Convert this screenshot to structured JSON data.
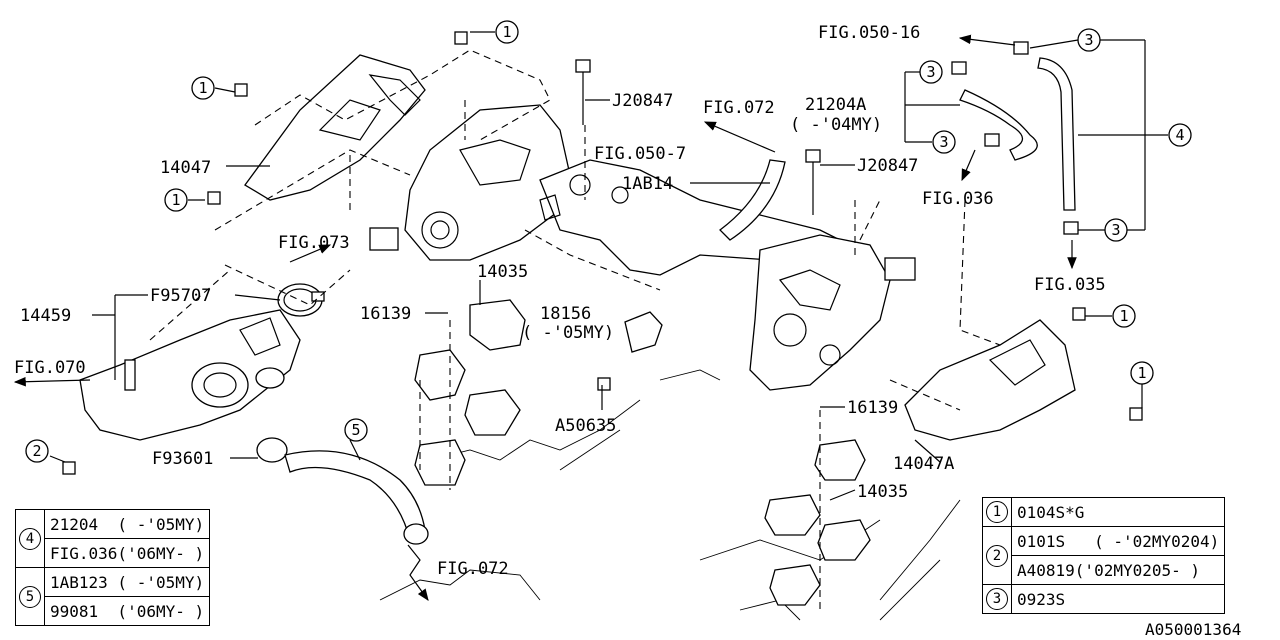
{
  "callouts": {
    "c1": "1",
    "c2": "2",
    "c3": "3",
    "c4": "4",
    "c5": "5"
  },
  "part_numbers": {
    "p14047": "14047",
    "p14047A": "14047A",
    "p14459": "14459",
    "pF95707": "F95707",
    "pF93601": "F93601",
    "p16139a": "16139",
    "p16139b": "16139",
    "p14035a": "14035",
    "p14035b": "14035",
    "p18156": "18156",
    "p18156_note": "( -'05MY)",
    "pA50635": "A50635",
    "pJ20847a": "J20847",
    "pJ20847b": "J20847",
    "p1AB14": "1AB14",
    "p21204A": "21204A",
    "p21204A_note": "( -'04MY)"
  },
  "figure_refs": {
    "fig073": "FIG.073",
    "fig070": "FIG.070",
    "fig072_top": "FIG.072",
    "fig072_bottom": "FIG.072",
    "fig050_7": "FIG.050-7",
    "fig050_16": "FIG.050-16",
    "fig036": "FIG.036",
    "fig035": "FIG.035"
  },
  "legend_left": {
    "rows": [
      {
        "num": "4",
        "a": "21204  ( -'05MY)",
        "b": "FIG.036('06MY- )"
      },
      {
        "num": "5",
        "a": "1AB123 ( -'05MY)",
        "b": "99081  ('06MY- )"
      }
    ]
  },
  "legend_right": {
    "rows": [
      {
        "num": "1",
        "lines": [
          "0104S*G"
        ]
      },
      {
        "num": "2",
        "lines": [
          "0101S   ( -'02MY0204)",
          "A40819('02MY0205- )"
        ]
      },
      {
        "num": "3",
        "lines": [
          "0923S"
        ]
      }
    ]
  },
  "diagram_code": "A050001364"
}
